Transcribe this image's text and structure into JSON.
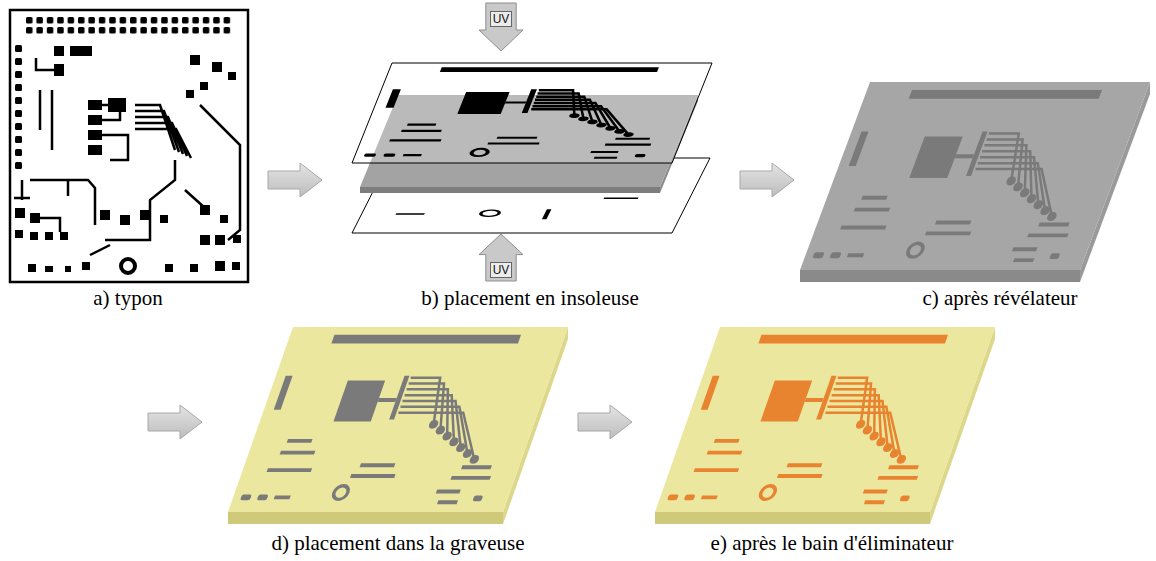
{
  "diagram": {
    "nodes": [
      {
        "text": [
          "UV"
        ]
      },
      {
        "text": [
          "UV"
        ]
      }
    ],
    "labels": [
      "a) typon",
      "b) placement en insoleuse",
      "c) après révélateur",
      "d) placement dans la graveuse",
      "e) après le bain d'éliminateur"
    ]
  }
}
